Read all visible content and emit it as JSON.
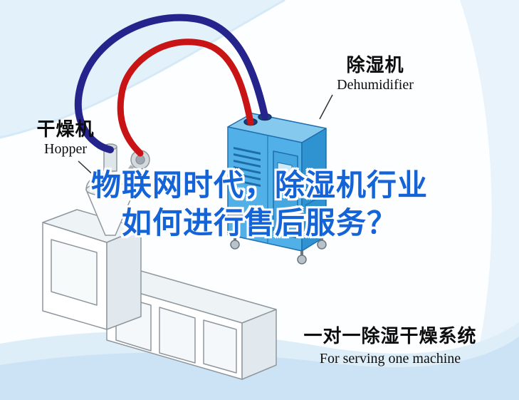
{
  "title": {
    "line1": "物联网时代，除湿机行业",
    "line2": "如何进行售后服务？",
    "color": "#1464d8"
  },
  "equipment_labels": {
    "hopper": {
      "cn": "干燥机",
      "en": "Hopper"
    },
    "dehumidifier": {
      "cn": "除湿机",
      "en": "Dehumidifier"
    }
  },
  "caption": {
    "cn": "一对一除湿干燥系统",
    "en": "For serving one machine"
  },
  "illustration": {
    "dehumidifier_body_color": "#50b0e7",
    "hose_red_color": "#c81414",
    "hose_navy_color": "#24248c",
    "machine_outline_color": "#8f979e",
    "background_tint_color": "#e3f1fa",
    "bottom_wave_color": "#cbe3f5"
  }
}
